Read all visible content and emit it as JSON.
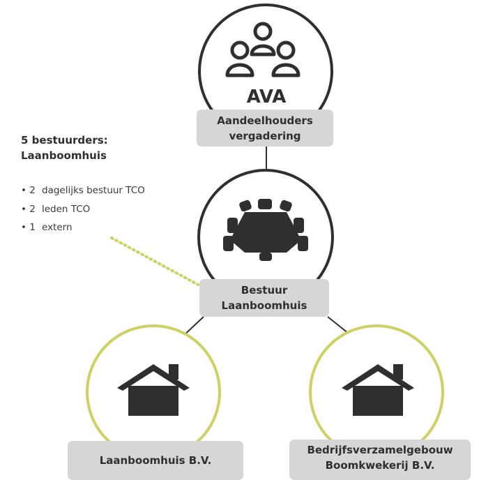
{
  "ava": {
    "icon": "people-group-icon",
    "label": "AVA",
    "box_line1": "Aandeelhouders",
    "box_line2": "vergadering"
  },
  "bestuur": {
    "icon": "meeting-table-icon",
    "box_line1": "Bestuur",
    "box_line2": "Laanboomhuis"
  },
  "info": {
    "title_line1": "5 bestuurders:",
    "title_line2": "Laanboomhuis",
    "items": [
      {
        "count": "• 2",
        "text": "dagelijks bestuur TCO"
      },
      {
        "count": "• 2",
        "text": "leden TCO"
      },
      {
        "count": "• 1",
        "text": "extern"
      }
    ]
  },
  "subsidiaries": [
    {
      "icon": "house-icon",
      "line1": "Laanboomhuis B.V."
    },
    {
      "icon": "house-icon",
      "line1": "Bedrijfsverzamelgebouw",
      "line2": "Boomkwekerij B.V."
    }
  ],
  "colors": {
    "dark": "#2f2f2f",
    "box_grey": "#d6d6d6",
    "accent_yellow": "#cdd163"
  }
}
